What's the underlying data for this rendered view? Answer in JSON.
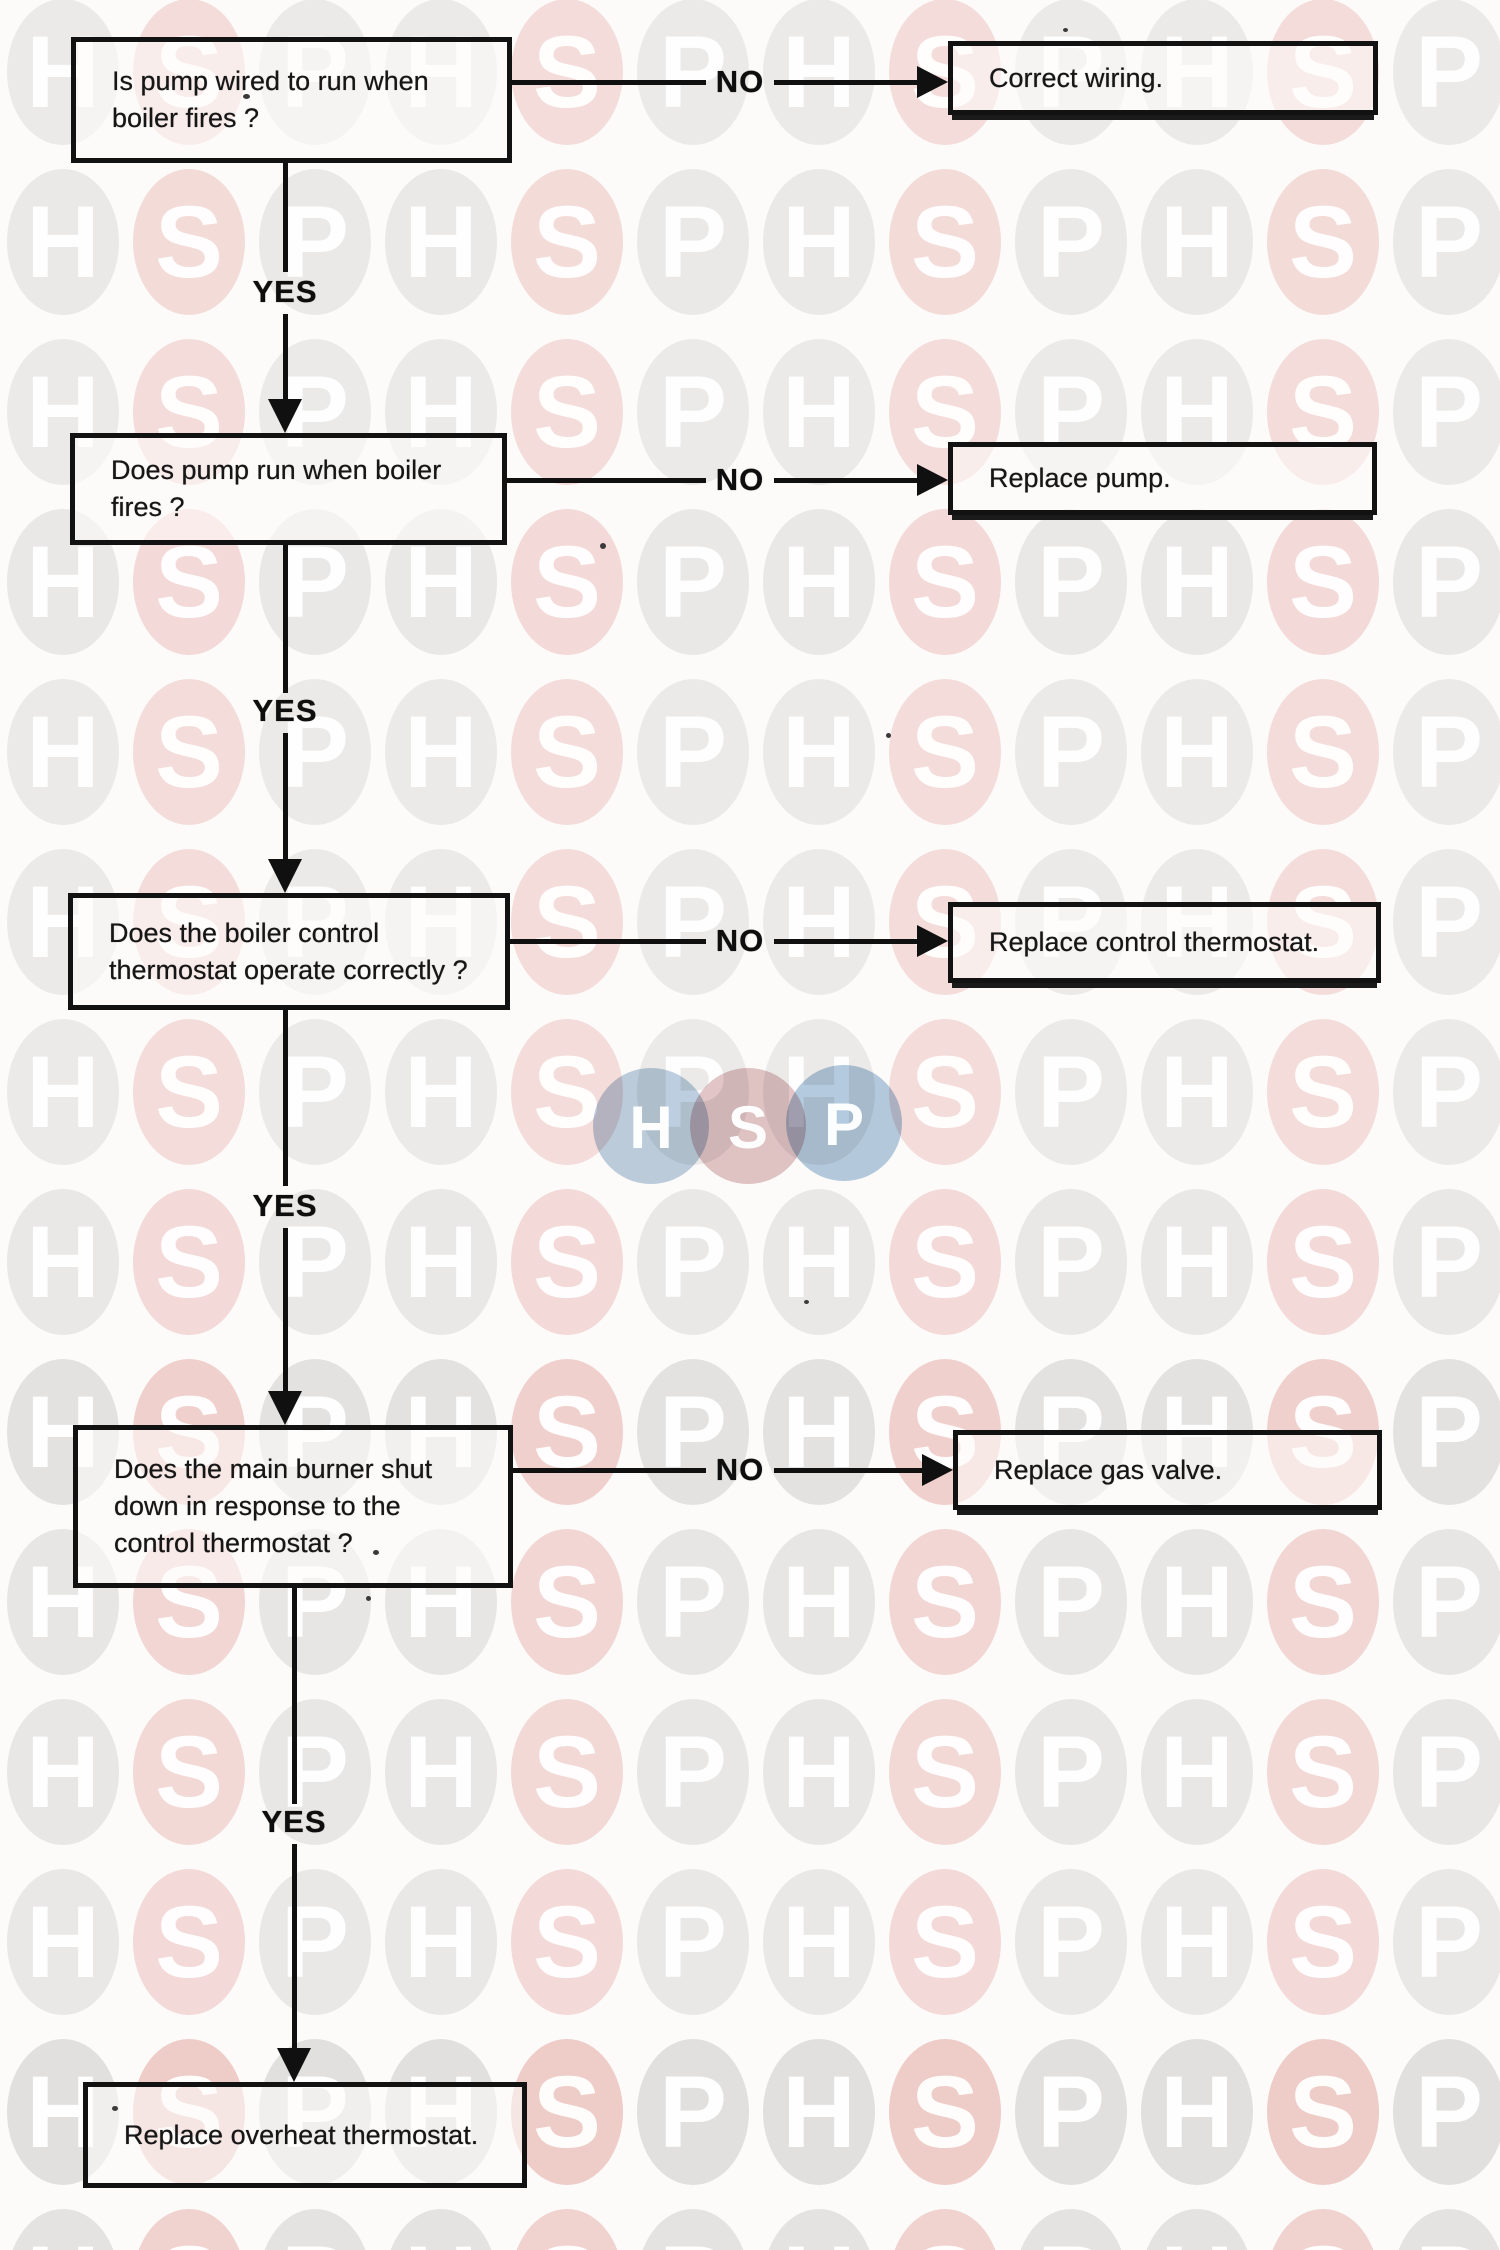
{
  "flowchart": {
    "questions": [
      {
        "text": "Is pump wired to run when boiler fires ?"
      },
      {
        "text": "Does pump run when boiler fires ?"
      },
      {
        "text": "Does the boiler control thermostat operate correctly ?"
      },
      {
        "text": "Does the main burner shut down in response to the control thermostat ?"
      }
    ],
    "actions": [
      {
        "text": "Correct wiring."
      },
      {
        "text": "Replace pump."
      },
      {
        "text": "Replace control thermostat."
      },
      {
        "text": "Replace gas valve."
      }
    ],
    "terminal": {
      "text": "Replace overheat thermostat."
    },
    "labels": {
      "yes": "YES",
      "no": "NO"
    }
  },
  "watermark": {
    "letters": [
      "H",
      "S",
      "P"
    ],
    "pink_base": "200,60,50",
    "gray_base": "45,45,50"
  },
  "logo": {
    "letters": [
      "H",
      "S",
      "P"
    ],
    "colors": {
      "h": "#aec5d9",
      "s": "#dcb9bc",
      "p": "#a5c0da"
    }
  }
}
